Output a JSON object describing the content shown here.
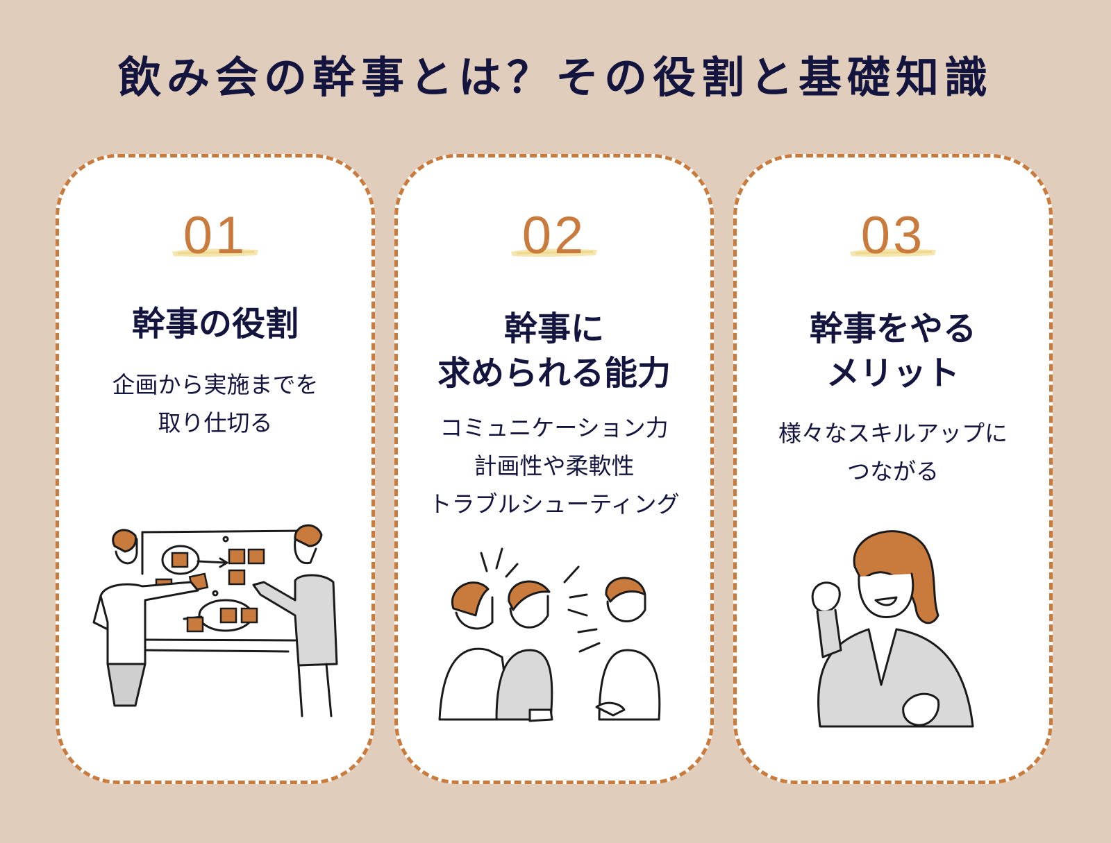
{
  "title": "飲み会の幹事とは？その役割と基礎知識",
  "colors": {
    "background": "#e1cdbb",
    "navy": "#14153f",
    "accent": "#c97b3d",
    "highlight": "#f3e2a8",
    "card": "#ffffff"
  },
  "cards": [
    {
      "number": "01",
      "heading": "幹事の役割",
      "text": "企画から実施までを\n取り仕切る",
      "illustration": "whiteboard-planning-illustration"
    },
    {
      "number": "02",
      "heading": "幹事に\n求められる能力",
      "text": "コミュニケーション力\n計画性や柔軟性\nトラブルシューティング",
      "illustration": "group-conversation-illustration"
    },
    {
      "number": "03",
      "heading": "幹事をやる\nメリット",
      "text": "様々なスキルアップに\nつながる",
      "illustration": "confident-woman-illustration"
    }
  ]
}
